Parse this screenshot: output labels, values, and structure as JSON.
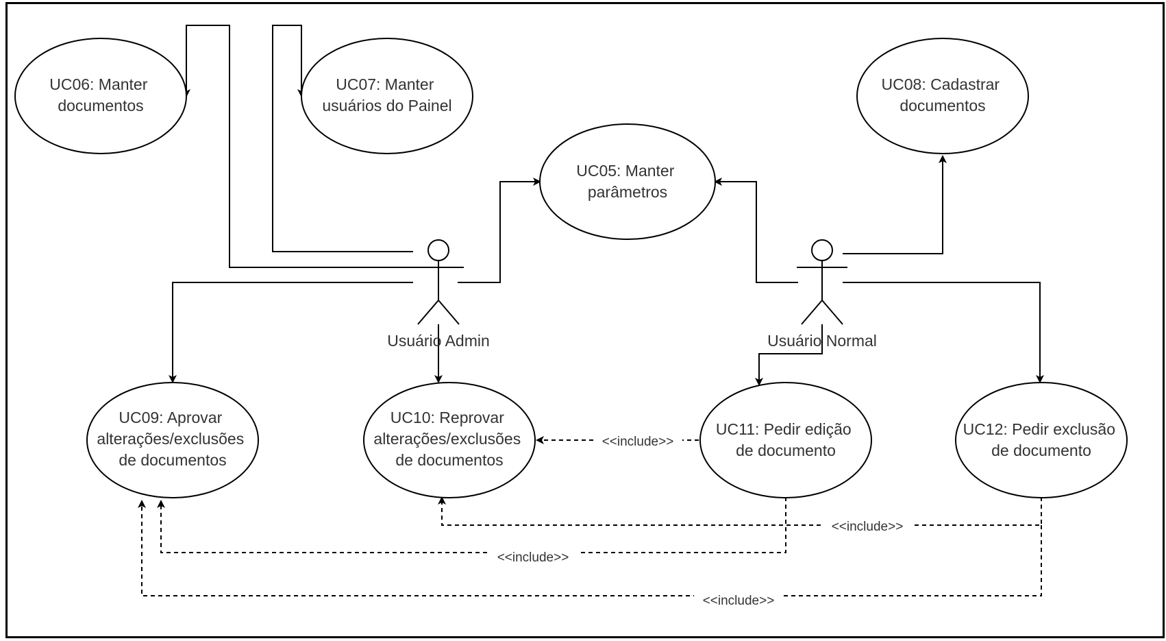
{
  "diagram": {
    "use_cases": [
      {
        "id": "uc06",
        "lines": [
          "UC06: Manter",
          "documentos"
        ]
      },
      {
        "id": "uc07",
        "lines": [
          "UC07: Manter",
          "usuários do Painel"
        ]
      },
      {
        "id": "uc08",
        "lines": [
          "UC08: Cadastrar",
          "documentos"
        ]
      },
      {
        "id": "uc05",
        "lines": [
          "UC05: Manter",
          "parâmetros"
        ]
      },
      {
        "id": "uc09",
        "lines": [
          "UC09: Aprovar",
          "alterações/exclusões",
          "de documentos"
        ]
      },
      {
        "id": "uc10",
        "lines": [
          "UC10: Reprovar",
          "alterações/exclusões",
          "de documentos"
        ]
      },
      {
        "id": "uc11",
        "lines": [
          "UC11: Pedir edição",
          "de documento"
        ]
      },
      {
        "id": "uc12",
        "lines": [
          "UC12: Pedir exclusão",
          "de documento"
        ]
      }
    ],
    "actors": [
      {
        "id": "admin",
        "label": "Usuário Admin"
      },
      {
        "id": "normal",
        "label": "Usuário Normal"
      }
    ],
    "include_label": "<<include>>"
  }
}
